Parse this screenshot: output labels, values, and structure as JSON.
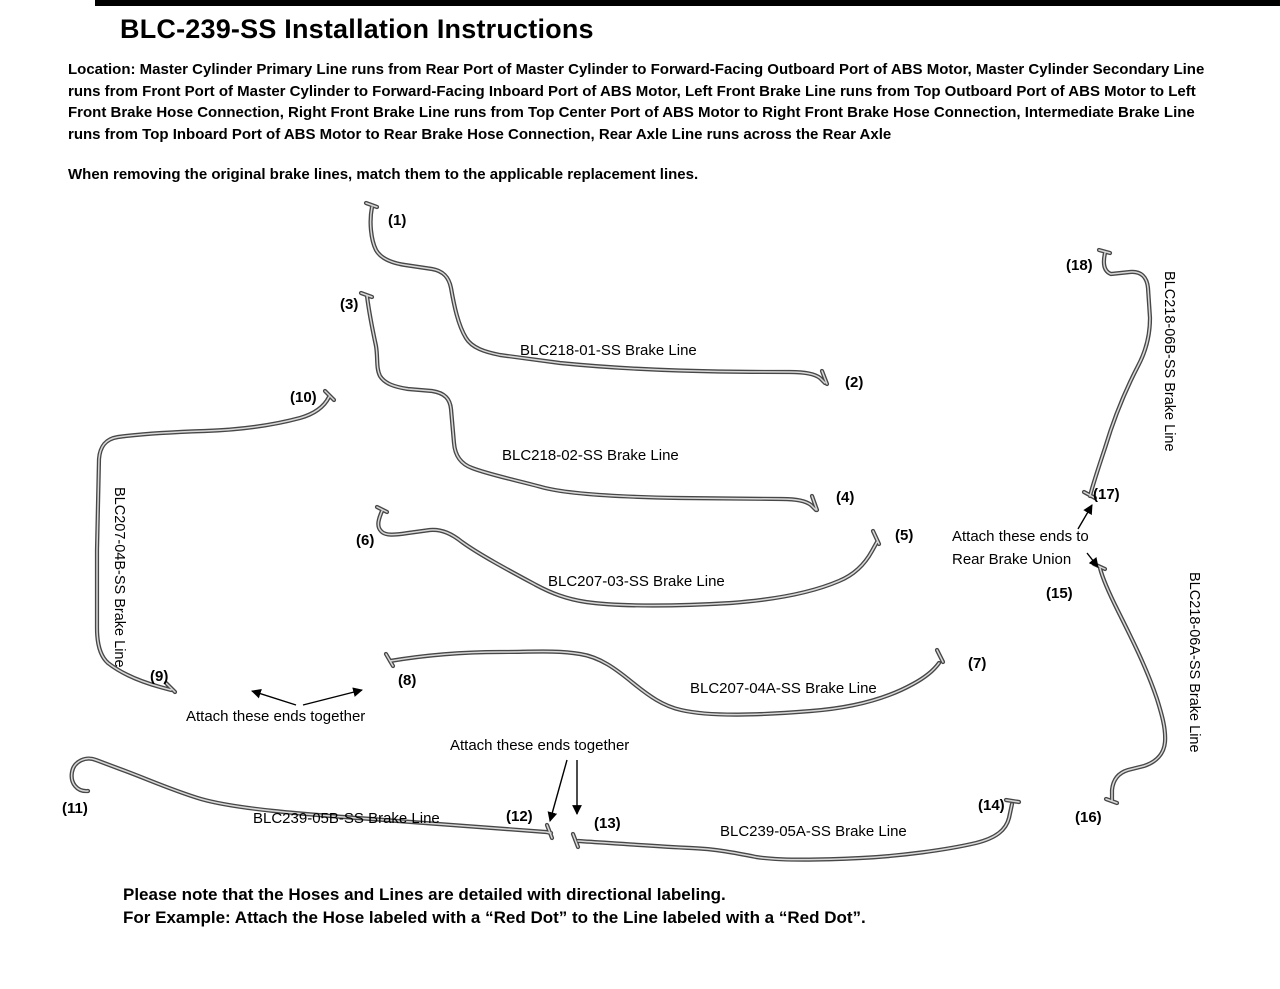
{
  "header": {
    "title": "BLC-239-SS Installation Instructions",
    "location_paragraph": "Location: Master Cylinder Primary Line runs from Rear Port of Master Cylinder to Forward-Facing Outboard Port of ABS Motor, Master Cylinder Secondary Line runs from Front Port of Master Cylinder to Forward-Facing Inboard Port of ABS Motor, Left Front Brake Line runs from Top Outboard Port of ABS Motor to Left Front Brake Hose Connection, Right Front Brake Line runs from Top Center Port of ABS Motor to Right Front Brake Hose Connection, Intermediate Brake Line runs from Top Inboard Port of ABS Motor to Rear Brake Hose Connection, Rear Axle Line runs across the Rear Axle",
    "match_note": "When removing the original brake lines, match them to the applicable replacement lines."
  },
  "diagram": {
    "lines": [
      {
        "id": "blc218-01",
        "label": "BLC218-01-SS Brake Line"
      },
      {
        "id": "blc218-02",
        "label": "BLC218-02-SS Brake Line"
      },
      {
        "id": "blc207-03",
        "label": "BLC207-03-SS Brake Line"
      },
      {
        "id": "blc207-04a",
        "label": "BLC207-04A-SS Brake Line"
      },
      {
        "id": "blc207-04b",
        "label": "BLC207-04B-SS Brake Line"
      },
      {
        "id": "blc239-05b",
        "label": "BLC239-05B-SS Brake Line"
      },
      {
        "id": "blc239-05a",
        "label": "BLC239-05A-SS Brake Line"
      },
      {
        "id": "blc218-06b",
        "label": "BLC218-06B-SS Brake Line"
      },
      {
        "id": "blc218-06a",
        "label": "BLC218-06A-SS Brake Line"
      }
    ],
    "callouts": [
      "(1)",
      "(2)",
      "(3)",
      "(4)",
      "(5)",
      "(6)",
      "(7)",
      "(8)",
      "(9)",
      "(10)",
      "(11)",
      "(12)",
      "(13)",
      "(14)",
      "(15)",
      "(16)",
      "(17)",
      "(18)"
    ],
    "annotations": {
      "attach_left": "Attach these ends together",
      "attach_mid": "Attach these ends together",
      "attach_union_line1": "Attach these ends to",
      "attach_union_line2": "Rear Brake Union"
    }
  },
  "footer": {
    "note1": "Please note that the Hoses and Lines are detailed with directional labeling.",
    "note2": "For Example: Attach the Hose labeled with a “Red Dot” to the Line labeled with a “Red Dot”."
  }
}
